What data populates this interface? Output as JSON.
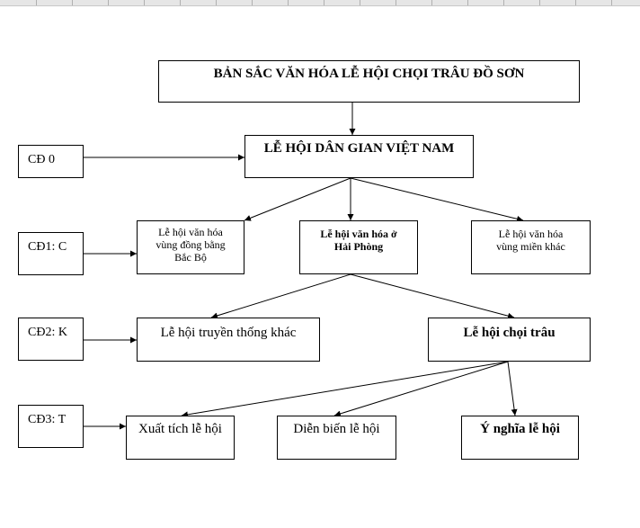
{
  "title_box": "BẢN SẮC VĂN HÓA LỄ HỘI CHỌI TRÂU ĐỒ SƠN",
  "level0": {
    "label": "CĐ 0",
    "box": "LỄ HỘI DÂN GIAN VIỆT NAM"
  },
  "level1": {
    "label": "CĐ1: C",
    "left_line1": "Lễ hội văn hóa",
    "left_line2": "vùng đồng bằng",
    "left_line3": "Bắc Bộ",
    "center_line1": "Lễ hội  văn hóa ở",
    "center_line2": "Hải Phòng",
    "right_line1": "Lễ hội  văn hóa",
    "right_line2": "vùng miền khác"
  },
  "level2": {
    "label": "CĐ2: K",
    "left": "Lễ hội truyền thống khác",
    "right": "Lễ hội chọi trâu"
  },
  "level3": {
    "label": "CĐ3: T",
    "left": "Xuất tích lễ hội",
    "center": "Diễn biến lễ hội",
    "right": "Ý nghĩa lễ hội"
  }
}
